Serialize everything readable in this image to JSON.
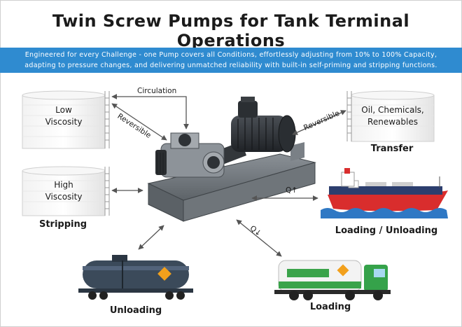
{
  "title": "Twin Screw Pumps for Tank Terminal Operations",
  "banner": {
    "line1": "Engineered for every Challenge - one Pump covers all Conditions, effortlessly adjusting from 10% to 100% Capacity,",
    "line2": "adapting to pressure changes, and delivering unmatched reliability with built-in self-priming and stripping functions."
  },
  "tanks": {
    "low": {
      "line1": "Low",
      "line2": "Viscosity"
    },
    "high": {
      "line1": "High",
      "line2": "Viscosity"
    },
    "oil": {
      "line1": "Oil, Chemicals,",
      "line2": "Renewables"
    }
  },
  "flows": {
    "circulation": "Circulation",
    "reversible_left": "Reversible",
    "reversible_right": "Reversible",
    "q_up": "Q↑",
    "q_down": "Q↓"
  },
  "destinations": {
    "transfer": "Transfer",
    "stripping": "Stripping",
    "loading_unloading": "Loading / Unloading",
    "unloading": "Unloading",
    "loading": "Loading"
  },
  "colors": {
    "banner": "#2f8bd0",
    "ship_hull": "#d92d2d",
    "water": "#2f78c4"
  }
}
